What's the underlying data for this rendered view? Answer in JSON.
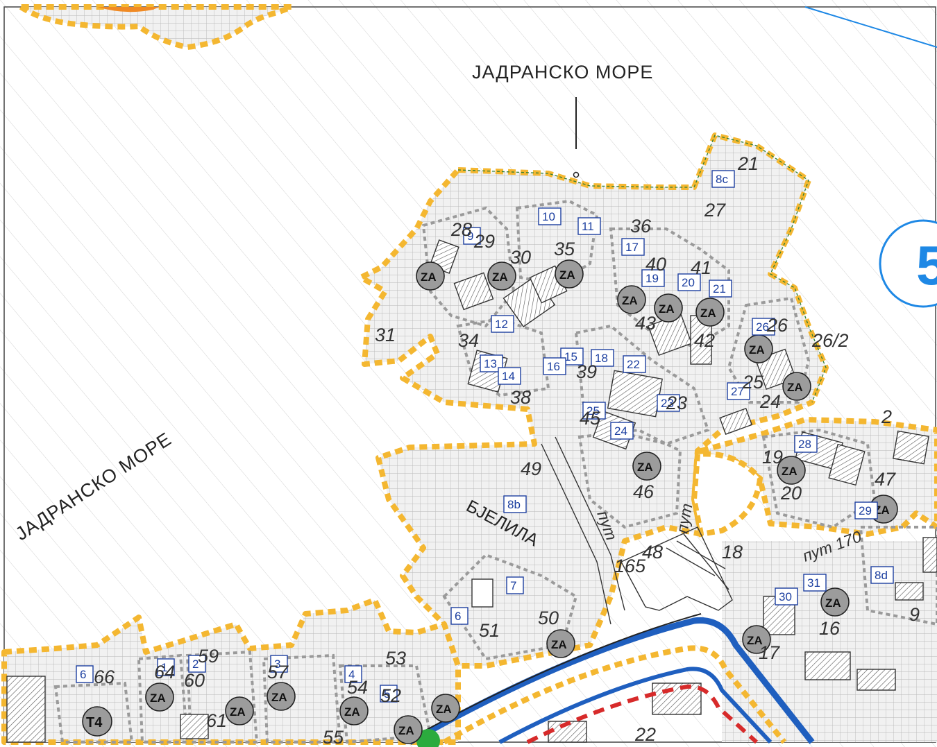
{
  "sea_labels": [
    {
      "id": "sea-label-top",
      "text": "ЈАДРАНСКО МОРЕ"
    },
    {
      "id": "sea-label-left",
      "text": "ЈАДРАНСКО МОРЕ"
    }
  ],
  "place_label": "БЈЕЛИЛА",
  "road_labels": [
    "пут",
    "пут",
    "пут 170"
  ],
  "zone_code": "ZA",
  "plan_marker": "T4",
  "sector_badge": "5",
  "parcel_numbers": [
    "21",
    "27",
    "28",
    "29",
    "30",
    "35",
    "36",
    "40",
    "41",
    "31",
    "26",
    "26/2",
    "25",
    "24",
    "23",
    "42",
    "43",
    "39",
    "38",
    "34",
    "45",
    "46",
    "49",
    "50",
    "51",
    "53",
    "54",
    "52",
    "55",
    "57",
    "59",
    "60",
    "61",
    "64",
    "66",
    "18",
    "17",
    "16",
    "9",
    "19",
    "20",
    "22",
    "165",
    "48",
    "47",
    "2"
  ],
  "block_numbers": [
    "8c",
    "10",
    "11",
    "9",
    "17",
    "19",
    "20",
    "21",
    "12",
    "13",
    "14",
    "15",
    "16",
    "18",
    "22",
    "26",
    "27",
    "23",
    "25",
    "24",
    "28",
    "29",
    "8b",
    "7",
    "6",
    "30",
    "31",
    "8d",
    "1",
    "2",
    "3",
    "4",
    "5",
    "6"
  ],
  "colors": {
    "zone_border": "#f4b731",
    "zone_inner_line": "#2e7d32",
    "grid": "#b8b8b8",
    "road_blue": "#1f5fbf",
    "road_red": "#d72a2a",
    "block_label": "#1c3fa0",
    "sector_ring": "#1e88e5",
    "marker_green": "#2bab3e"
  }
}
